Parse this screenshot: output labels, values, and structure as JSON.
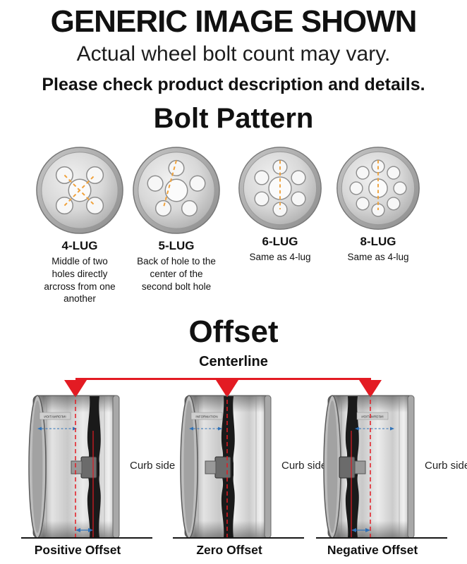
{
  "header": {
    "title": "GENERIC IMAGE SHOWN",
    "subtitle": "Actual wheel bolt count may vary.",
    "note": "Please check product description and details."
  },
  "bolt_pattern": {
    "heading": "Bolt Pattern",
    "items": [
      {
        "label": "4-LUG",
        "description": "Middle of two holes directly arcross from one another"
      },
      {
        "label": "5-LUG",
        "description": "Back of hole to the center of the second bolt hole"
      },
      {
        "label": "6-LUG",
        "description": "Same as 4-lug"
      },
      {
        "label": "8-LUG",
        "description": "Same as 4-lug"
      }
    ]
  },
  "offset": {
    "heading": "Offset",
    "centerline_label": "Centerline",
    "rim_text": "INFORMATION",
    "items": [
      {
        "label": "Positive Offset",
        "curb_label": "Curb side"
      },
      {
        "label": "Zero Offset",
        "curb_label": "Curb side"
      },
      {
        "label": "Negative Offset",
        "curb_label": "Curb side"
      }
    ]
  },
  "colors": {
    "accent_red": "#e31b23",
    "measure_orange": "#f0a13a",
    "measure_blue": "#2f72b8",
    "ink": "#111111"
  }
}
